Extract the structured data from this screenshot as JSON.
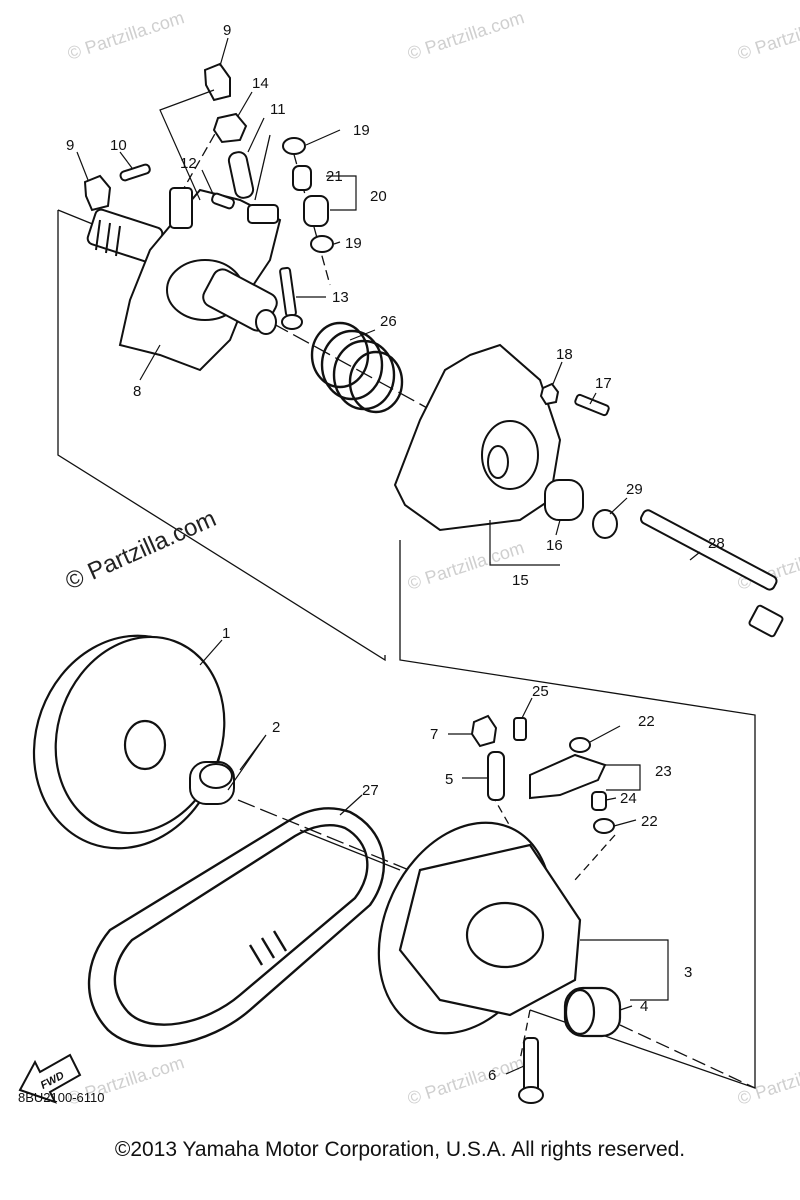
{
  "watermarks": {
    "faint": "© Partzilla.com",
    "strong": "© Partzilla.com"
  },
  "callouts": {
    "c1": "1",
    "c2": "2",
    "c3": "3",
    "c4": "4",
    "c5": "5",
    "c6": "6",
    "c7": "7",
    "c8": "8",
    "c9a": "9",
    "c9b": "9",
    "c10": "10",
    "c11": "11",
    "c12": "12",
    "c13": "13",
    "c14": "14",
    "c15": "15",
    "c16": "16",
    "c17": "17",
    "c18": "18",
    "c19a": "19",
    "c19b": "19",
    "c20": "20",
    "c21": "21",
    "c22a": "22",
    "c22b": "22",
    "c23": "23",
    "c24": "24",
    "c25": "25",
    "c26": "26",
    "c27": "27",
    "c28": "28",
    "c29": "29"
  },
  "fwd_label": "FWD",
  "part_code": "8BU2100-6110",
  "copyright": "©2013  Yamaha Motor Corporation, U.S.A. All rights reserved."
}
